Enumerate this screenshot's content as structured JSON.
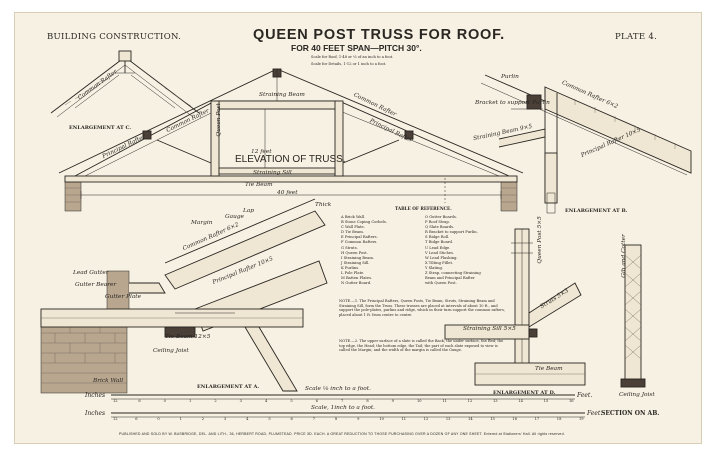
{
  "header": {
    "left": "BUILDING CONSTRUCTION.",
    "title": "QUEEN POST TRUSS FOR ROOF.",
    "subtitle": "FOR 40 FEET SPAN—PITCH 30°.",
    "plate": "PLATE 4.",
    "scale_roof": "Scale for Roof, 1-48 or ⅛ of an inch to a foot.",
    "scale_details": "Scale for Details, 1-12 or 1 inch to a foot."
  },
  "labels": {
    "enlargement_c": "ENLARGEMENT AT C.",
    "enlargement_b": "ENLARGEMENT AT B.",
    "enlargement_a": "ENLARGEMENT AT A.",
    "enlargement_d": "ENLARGEMENT AT D.",
    "section_ab": "SECTION ON AB.",
    "elevation": "ELEVATION OF TRUSS.",
    "span": "40 feet",
    "height": "12 feet"
  },
  "members": {
    "common_rafter": "Common Rafter",
    "straining_beam": "Straining Beam",
    "principal_rafter": "Principal Rafter",
    "straining_sill": "Straining Sill",
    "tie_beam": "Tie Beam",
    "queen_post": "Queen Post",
    "purlin": "Purlin",
    "bracket": "Bracket to support Purlin",
    "straining_beam_size": "Straining Beam 9×5",
    "principal_rafter_size": "Principal Rafter 10×5",
    "common_rafter_size": "Common Rafter 6×2",
    "queen_post_size": "Queen Post 5×5",
    "lead_gutter": "Lead Gutter",
    "gutter_bearer": "Gutter Bearer",
    "gutter_plate": "Gutter Plate",
    "tie_beam_size": "Tie Beam 12×5",
    "ceiling_joist": "Ceiling Joist",
    "brick_wall": "Brick Wall",
    "margin": "Margin",
    "gauge": "Gauge",
    "lap": "Lap",
    "struts": "Struts 5×3",
    "straining_sill_size": "Straining Sill 5×5",
    "tie_beam_d": "Tie Beam",
    "cut_collar": "Gib and Cotter",
    "thick": "Thick"
  },
  "reference": {
    "title": "TABLE OF REFERENCE.",
    "col1": [
      "A  Brick Wall.",
      "B  Stone Coping Corbels.",
      "C  Wall Plate.",
      "D  Tie Beam.",
      "E  Principal Rafters.",
      "F  Common Rafters.",
      "G  Struts.",
      "H  Queen Post.",
      "I  Straining Beam.",
      "J  Straining Sill.",
      "K  Purlins.",
      "L  Pole Plate.",
      "M  Batten Plates.",
      "N  Gutter Board."
    ],
    "col2": [
      "O  Gutter Boards.",
      "P  Roof Strap.",
      "Q  Slate Boards.",
      "R  Bracket to support Purlin.",
      "S  Ridge Roll.",
      "T  Ridge Board.",
      "U  Lead Edge.",
      "V  Lead Stiches.",
      "W  Lead Flashing.",
      "X  Tilting Fillet.",
      "Y  Slating.",
      "Z  Strap, connecting Straining",
      "   Beam and Principal Rafter",
      "   with Queen Post."
    ]
  },
  "notes": {
    "note1": "NOTE.—1. The Principal Rafters, Queen Posts, Tie Beam, Struts, Straining Beam and Straining Sill, form the Truss. These trusses are placed at intervals of about 10 ft., and support the pole-plates, purlins and ridge, which in their turn support the common rafters, placed about 1 ft. from centre to centre.",
    "note2": "NOTE.—2. The upper surface of a slate is called the Back; the under surface, the Bed; the top edge, the Head; the bottom edge, the Tail; the part of each slate exposed to view is called the Margin; and the width of the margin is called the Gauge."
  },
  "scales": {
    "scale1_label": "Scale ⅛ inch to a foot.",
    "scale1_unit": "Inches",
    "scale1_end": "Feet.",
    "scale1_ticks": [
      "12",
      "6",
      "0",
      "1",
      "2",
      "3",
      "4",
      "5",
      "6",
      "7",
      "8",
      "9",
      "10",
      "11",
      "12",
      "13",
      "14",
      "15",
      "16"
    ],
    "scale2_label": "Scale, 1inch to a foot.",
    "scale2_unit": "Inches",
    "scale2_end": "Feet.",
    "scale2_ticks": [
      "12",
      "6",
      "0",
      "1",
      "2",
      "3",
      "4",
      "5",
      "6",
      "7",
      "8",
      "9",
      "10",
      "11",
      "12",
      "13",
      "14",
      "15",
      "16",
      "17",
      "18",
      "19"
    ]
  },
  "footer": {
    "text": "PUBLISHED AND SOLD BY W. BUSBRIDGE, DEL. AND LITH., 36, HERBERT ROAD, PLUMSTEAD. PRICE 3D. EACH.  A GREAT REDUCTION TO THOSE PURCHASING OVER A DOZEN OF ANY ONE SHEET.  Entered at Stationers' Hall.  All rights reserved."
  }
}
